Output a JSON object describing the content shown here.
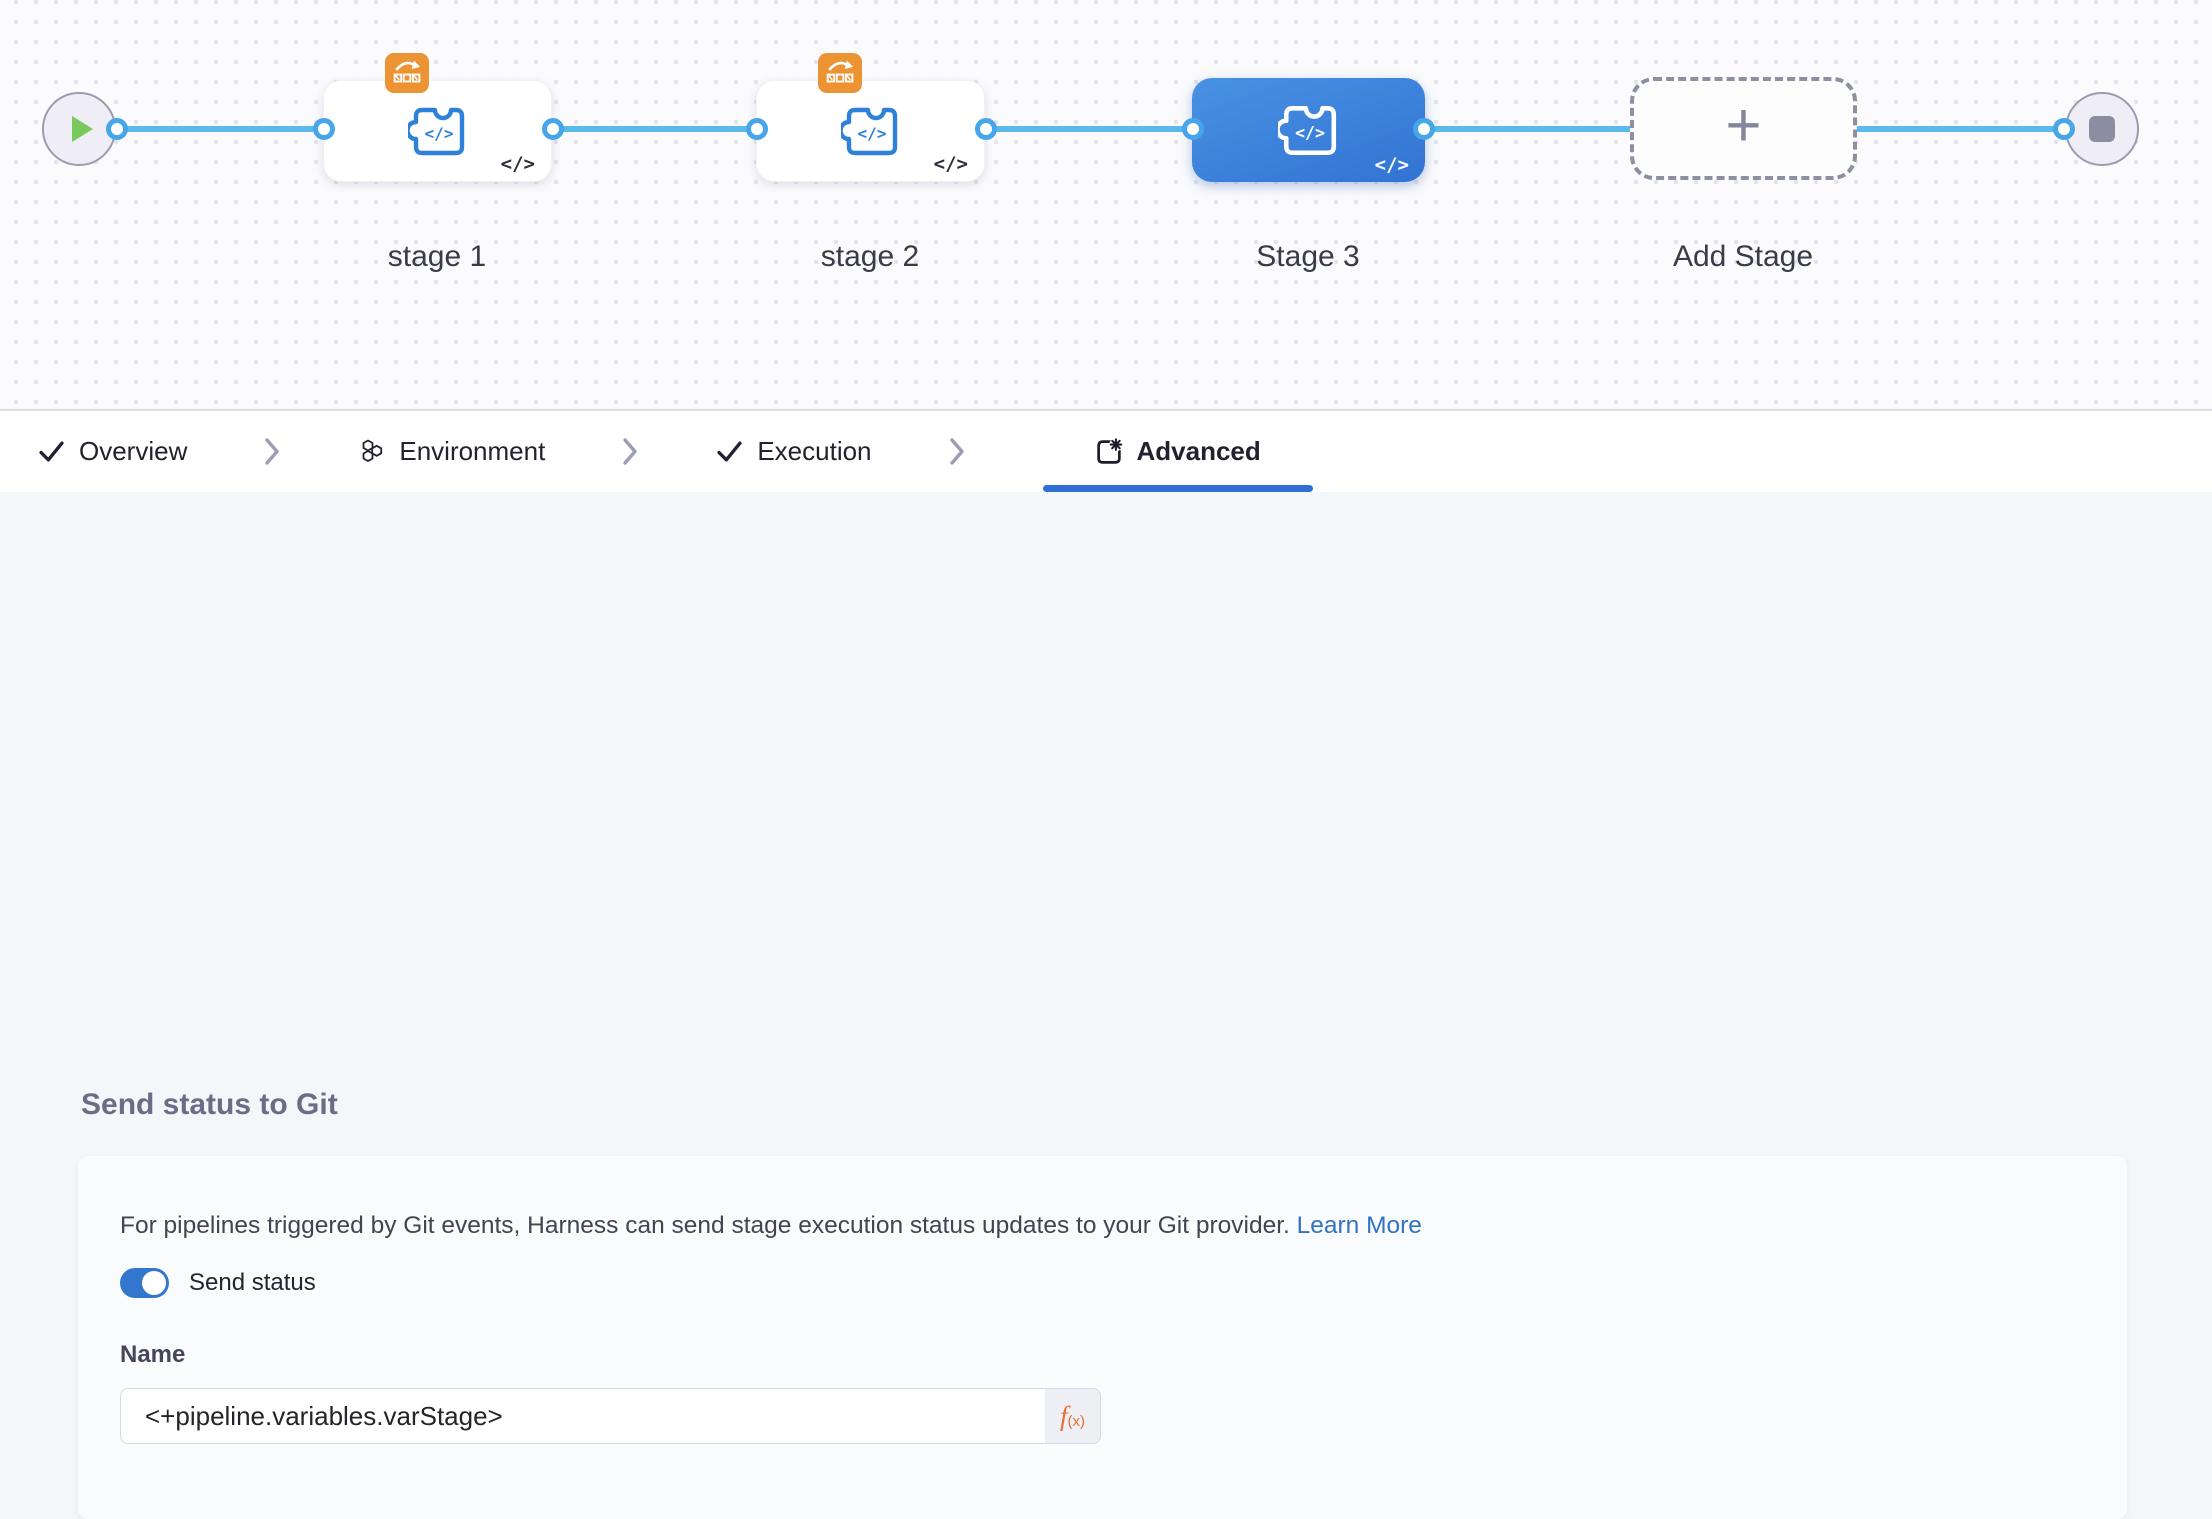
{
  "canvas": {
    "stages": [
      {
        "label": "stage 1",
        "selected": false,
        "has_rollback_badge": true
      },
      {
        "label": "stage 2",
        "selected": false,
        "has_rollback_badge": true
      },
      {
        "label": "Stage 3",
        "selected": true,
        "has_rollback_badge": false
      },
      {
        "label": "Add Stage",
        "type": "add"
      }
    ],
    "glyphs": {
      "code": "</>",
      "plus": "+"
    }
  },
  "tabs": {
    "items": [
      {
        "label": "Overview",
        "icon": "check-icon",
        "active": false
      },
      {
        "label": "Environment",
        "icon": "hexagons-icon",
        "active": false
      },
      {
        "label": "Execution",
        "icon": "check-icon",
        "active": false
      },
      {
        "label": "Advanced",
        "icon": "advanced-gear-icon",
        "active": true
      }
    ]
  },
  "panel": {
    "title": "Send status to Git",
    "description": "For pipelines triggered by Git events, Harness can send stage execution status updates to your Git provider.",
    "link_label": "Learn More",
    "toggle_label": "Send status",
    "toggle_on": true,
    "name_label": "Name",
    "name_value": "<+pipeline.variables.varStage>",
    "expression_button": {
      "f": "f",
      "sub": "(x)"
    }
  },
  "colors": {
    "accent_blue": "#2e6fd6",
    "edge_blue": "#5cb9ec",
    "port_blue": "#47a6e9",
    "selected_stage_gradient": [
      "#4a92e3",
      "#3173d3"
    ],
    "badge_orange": "#ec9334",
    "fx_orange": "#e96f33",
    "link_blue": "#3173c1",
    "title_gray": "#6b6d87",
    "toggle_on_blue": "#3277cd"
  }
}
